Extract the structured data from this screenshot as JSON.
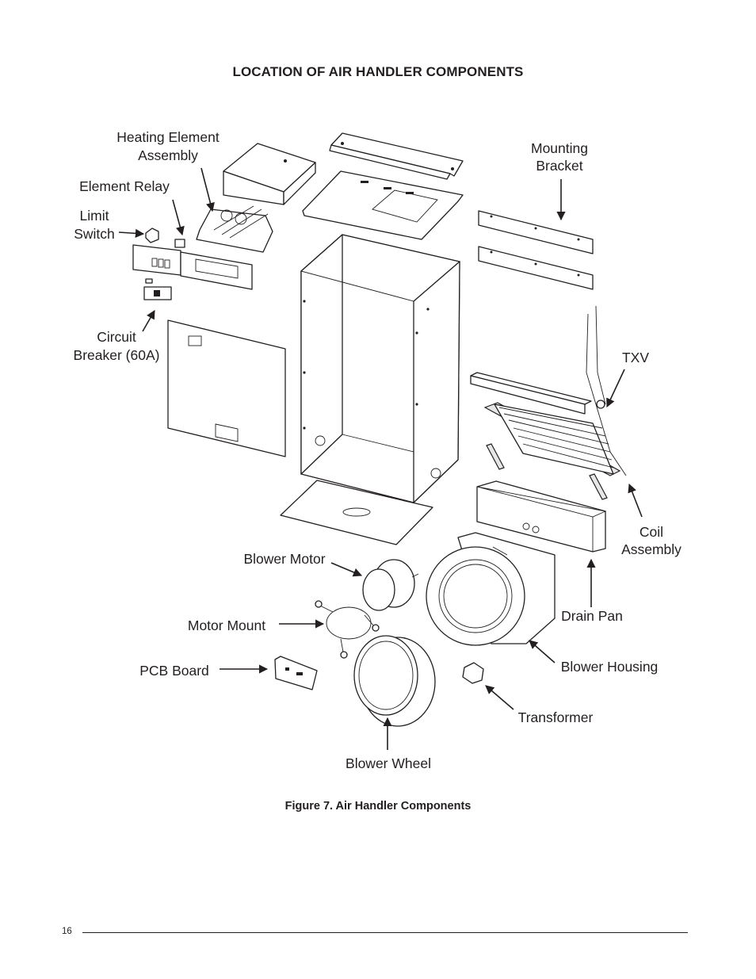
{
  "heading": "LOCATION OF AIR HANDLER COMPONENTS",
  "labels": {
    "heating_element_1": "Heating Element",
    "heating_element_2": "Assembly",
    "element_relay": "Element Relay",
    "limit_switch_1": "Limit",
    "limit_switch_2": "Switch",
    "circuit_breaker_1": "Circuit",
    "circuit_breaker_2": "Breaker (60A)",
    "mounting_bracket_1": "Mounting",
    "mounting_bracket_2": "Bracket",
    "txv": "TXV",
    "coil_assembly_1": "Coil",
    "coil_assembly_2": "Assembly",
    "drain_pan": "Drain Pan",
    "blower_housing": "Blower Housing",
    "transformer": "Transformer",
    "blower_wheel": "Blower Wheel",
    "blower_motor": "Blower Motor",
    "motor_mount": "Motor Mount",
    "pcb_board": "PCB Board"
  },
  "caption": "Figure 7. Air Handler Components",
  "page_number": "16"
}
